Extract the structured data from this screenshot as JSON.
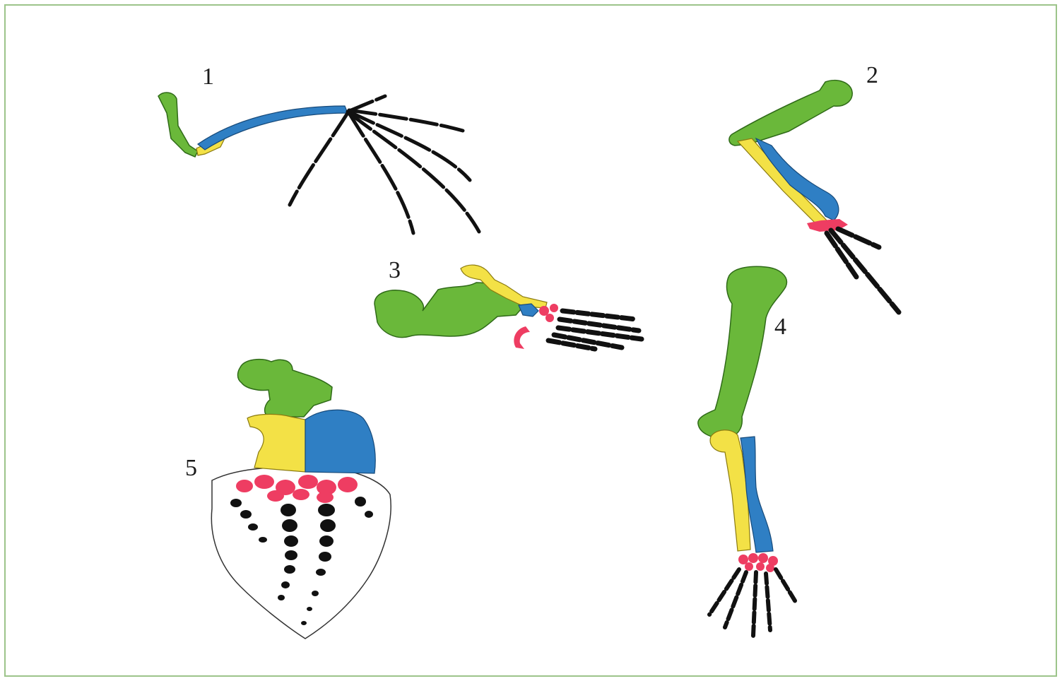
{
  "figure": {
    "labels": {
      "limb_1": "1",
      "limb_2": "2",
      "limb_3": "3",
      "limb_4": "4",
      "limb_5": "5"
    }
  },
  "colors": {
    "humerus": "#6ab83a",
    "radius": "#f3e146",
    "ulna": "#2f7fc4",
    "carpals": "#ee3d62",
    "phalanges": "#111111",
    "frame": "#9cc48a"
  }
}
